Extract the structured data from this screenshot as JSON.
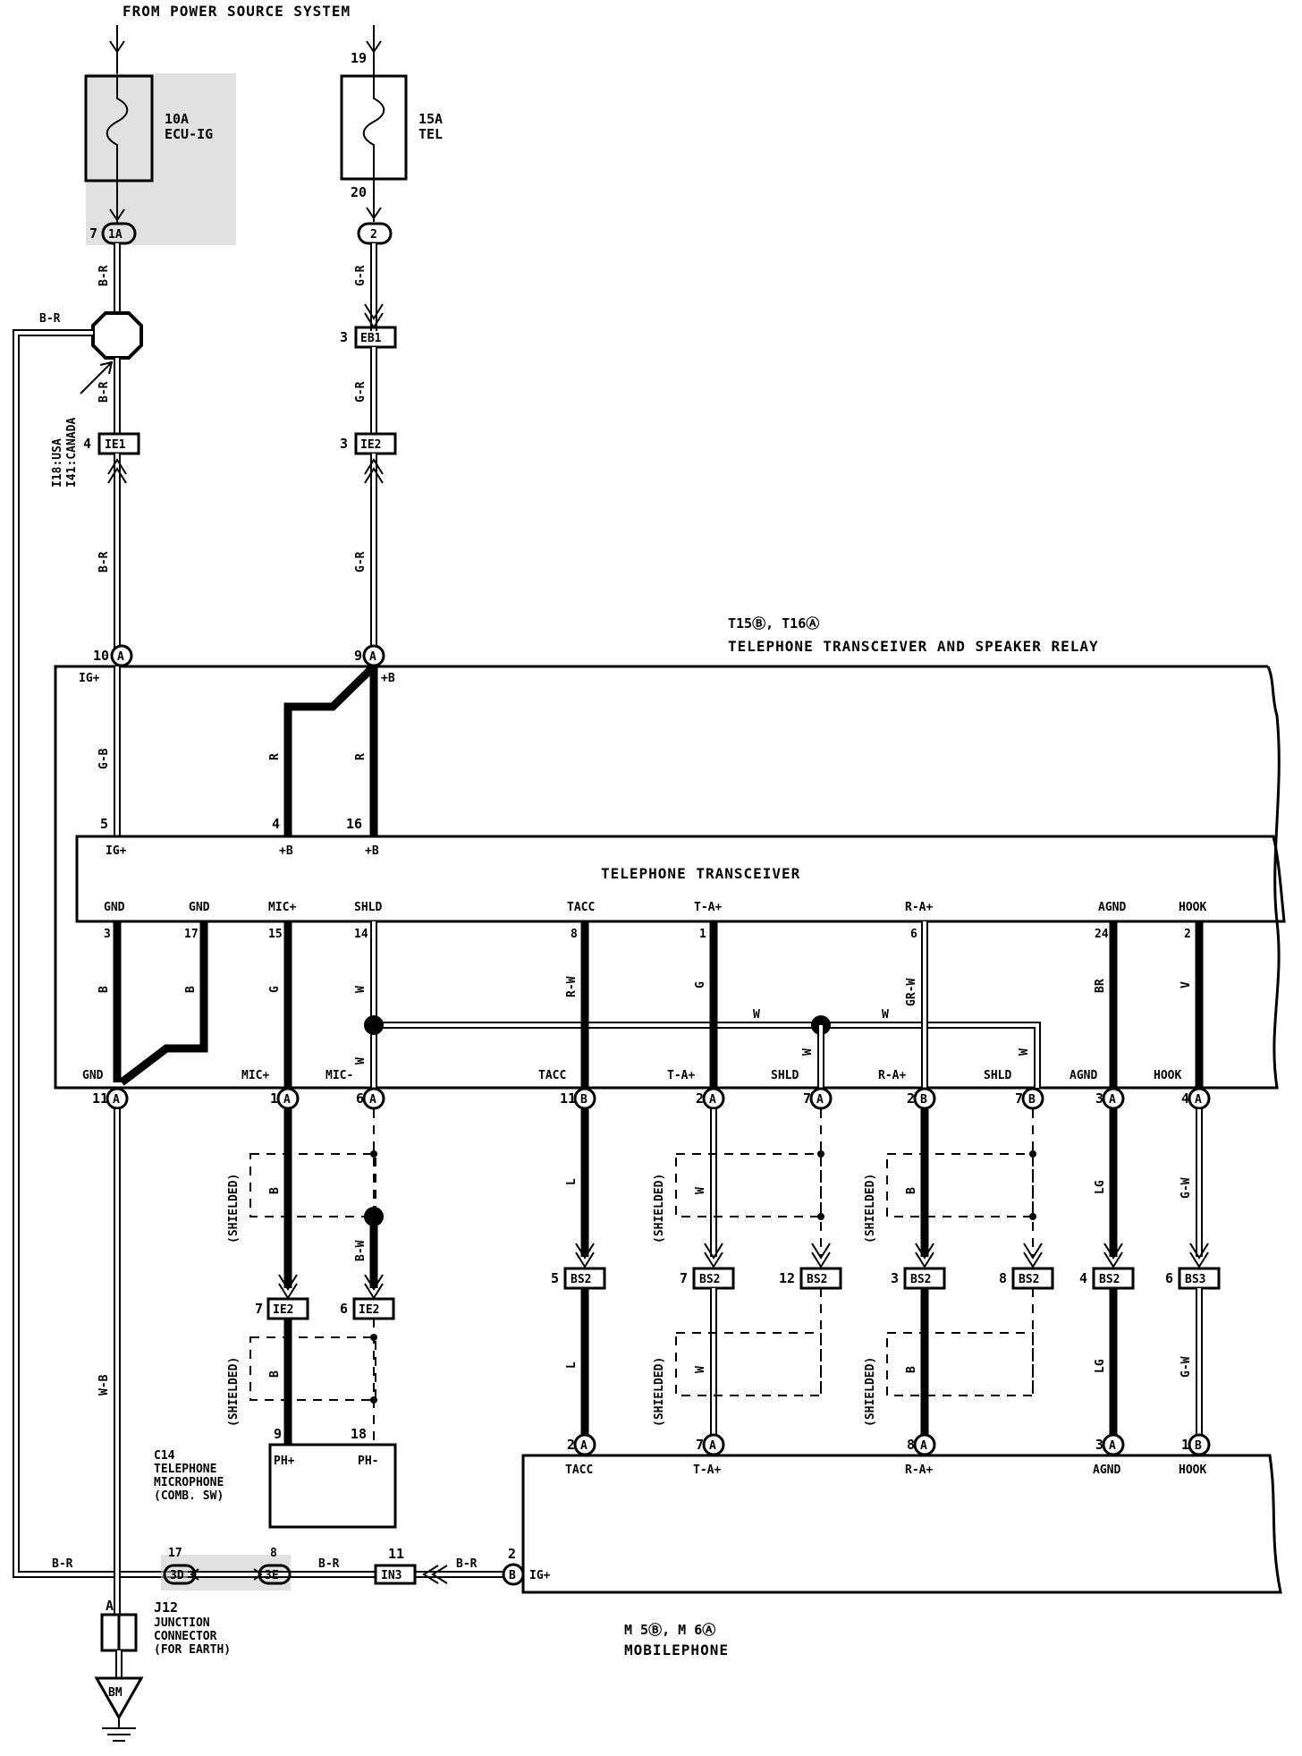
{
  "source": {
    "title": "FROM POWER SOURCE SYSTEM"
  },
  "fuses": [
    {
      "rating": "10A",
      "name": "ECU-IG"
    },
    {
      "rating": "15A",
      "name": "TEL",
      "pin_in": "19",
      "pin_out": "20"
    }
  ],
  "wire_colors": {
    "br": "B-R",
    "gr": "G-R",
    "gb": "G-B",
    "r": "R",
    "b": "B",
    "g": "G",
    "w": "W",
    "bw": "B-W",
    "rw": "R-W",
    "grw": "GR-W",
    "br2": "BR",
    "v": "V",
    "l": "L",
    "lg": "LG",
    "gw": "G-W",
    "wb": "W-B"
  },
  "branch_note": {
    "line1": "I18:USA",
    "line2": "I41:CANADA"
  },
  "connectors_top": [
    {
      "pin": "7",
      "id": "1A"
    },
    {
      "pin": "",
      "id": "2"
    },
    {
      "pin": "3",
      "id": "EB1"
    },
    {
      "pin": "4",
      "id": "IE1"
    },
    {
      "pin": "3",
      "id": "IE2"
    }
  ],
  "relay": {
    "code": "T15Ⓑ, T16Ⓐ",
    "title": "TELEPHONE TRANSCEIVER AND SPEAKER RELAY",
    "pins_top": [
      {
        "pin": "10",
        "ci": "A"
      },
      {
        "pin": "9",
        "ci": "A"
      }
    ],
    "labels_top": {
      "ig": "IG+",
      "b": "+B"
    },
    "inner_pins": {
      "p5": "5",
      "p4": "4",
      "p16": "16"
    }
  },
  "transceiver": {
    "title": "TELEPHONE TRANSCEIVER",
    "top_labels": [
      "IG+",
      "+B",
      "+B"
    ],
    "terminals": [
      {
        "name": "GND",
        "pin": "3"
      },
      {
        "name": "GND",
        "pin": "17"
      },
      {
        "name": "MIC+",
        "pin": "15"
      },
      {
        "name": "SHLD",
        "pin": "14"
      },
      {
        "name": "TACC",
        "pin": "8"
      },
      {
        "name": "T-A+",
        "pin": "1"
      },
      {
        "name": "R-A+",
        "pin": "6"
      },
      {
        "name": "AGND",
        "pin": "24"
      },
      {
        "name": "HOOK",
        "pin": "2"
      }
    ]
  },
  "relay_bottom": {
    "labels": [
      "GND",
      "MIC+",
      "MIC-",
      "TACC",
      "T-A+",
      "SHLD",
      "R-A+",
      "SHLD",
      "AGND",
      "HOOK"
    ],
    "pins": [
      {
        "pin": "11",
        "ci": "A"
      },
      {
        "pin": "1",
        "ci": "A"
      },
      {
        "pin": "6",
        "ci": "A"
      },
      {
        "pin": "11",
        "ci": "B"
      },
      {
        "pin": "2",
        "ci": "A"
      },
      {
        "pin": "7",
        "ci": "A"
      },
      {
        "pin": "2",
        "ci": "B"
      },
      {
        "pin": "7",
        "ci": "B"
      },
      {
        "pin": "3",
        "ci": "A"
      },
      {
        "pin": "4",
        "ci": "A"
      }
    ]
  },
  "shielded": "(SHIELDED)",
  "bs_connectors": [
    {
      "pin": "5",
      "id": "BS2"
    },
    {
      "pin": "7",
      "id": "BS2"
    },
    {
      "pin": "12",
      "id": "BS2"
    },
    {
      "pin": "3",
      "id": "BS2"
    },
    {
      "pin": "8",
      "id": "BS2"
    },
    {
      "pin": "4",
      "id": "BS2"
    },
    {
      "pin": "6",
      "id": "BS3"
    }
  ],
  "ie2_lower": [
    {
      "pin": "7",
      "id": "IE2"
    },
    {
      "pin": "6",
      "id": "IE2"
    }
  ],
  "microphone": {
    "code": "C14",
    "name1": "TELEPHONE",
    "name2": "MICROPHONE",
    "name3": "(COMB. SW)",
    "pins": [
      "9",
      "18"
    ],
    "terminals": [
      "PH+",
      "PH-"
    ]
  },
  "mobilephone": {
    "code": "M 5Ⓑ, M 6Ⓐ",
    "name": "MOBILEPHONE",
    "pins": [
      {
        "pin": "2",
        "ci": "A"
      },
      {
        "pin": "7",
        "ci": "A"
      },
      {
        "pin": "8",
        "ci": "A"
      },
      {
        "pin": "3",
        "ci": "A"
      },
      {
        "pin": "1",
        "ci": "B"
      }
    ],
    "terminals": [
      "TACC",
      "T-A+",
      "R-A+",
      "AGND",
      "HOOK"
    ],
    "ig_pin": "2",
    "ig_ci": "B",
    "ig_label": "IG+"
  },
  "bottom_connectors": [
    {
      "pin": "17",
      "id": "3D"
    },
    {
      "pin": "8",
      "id": "3E"
    },
    {
      "pin": "11",
      "id": "IN3"
    }
  ],
  "junction": {
    "pin": "A",
    "code": "J12",
    "name1": "JUNCTION",
    "name2": "CONNECTOR",
    "name3": "(FOR EARTH)",
    "ground": "BM"
  }
}
